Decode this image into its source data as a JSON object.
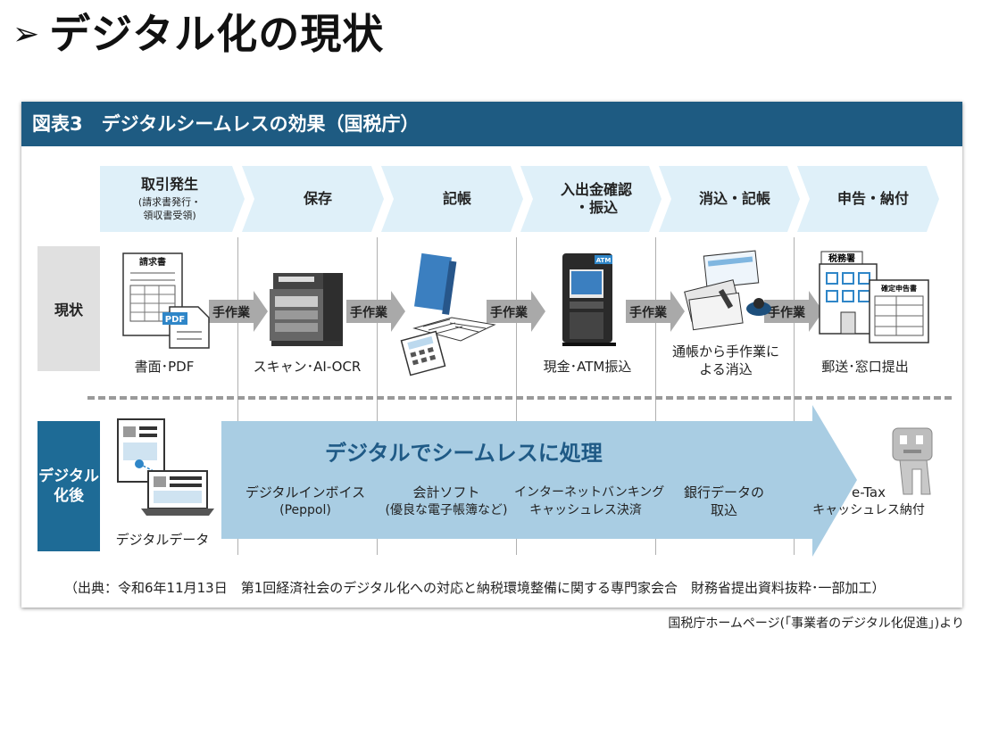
{
  "slide": {
    "title": "デジタル化の現状",
    "title_marker": "➢"
  },
  "figure": {
    "header": "図表3　デジタルシームレスの効果（国税庁）",
    "steps": [
      {
        "label": "取引発生",
        "sub1": "(請求書発行・",
        "sub2": "領収書受領)"
      },
      {
        "label": "保存"
      },
      {
        "label": "記帳"
      },
      {
        "label": "入出金確認",
        "label2": "・振込"
      },
      {
        "label": "消込・記帳"
      },
      {
        "label": "申告・納付"
      }
    ],
    "rows": {
      "current": "現状",
      "digital_line1": "デジタル",
      "digital_line2": "化後"
    },
    "current_items": [
      {
        "icon_text": "請求書",
        "badge": "PDF",
        "caption": "書面･PDF"
      },
      {
        "caption": "スキャン･AI-OCR"
      },
      {
        "caption": ""
      },
      {
        "icon_text": "ATM",
        "caption": "現金･ATM振込"
      },
      {
        "caption1": "通帳から手作業に",
        "caption2": "よる消込"
      },
      {
        "icon_text": "税務署",
        "doc_text": "確定申告書",
        "caption": "郵送･窓口提出"
      }
    ],
    "manual_label": "手作業",
    "digital_banner": "デジタルでシームレスに処理",
    "digital_start_caption": "デジタルデータ",
    "digital_items": [
      {
        "line1": "デジタルインボイス",
        "line2": "(Peppol)"
      },
      {
        "line1": "会計ソフト",
        "line2": "(優良な電子帳簿など)"
      },
      {
        "line1": "インターネットバンキング",
        "line2": "キャッシュレス決済"
      },
      {
        "line1": "銀行データの",
        "line2": "取込"
      },
      {
        "line1": "e-Tax",
        "line2": "キャッシュレス納付"
      }
    ],
    "source": "（出典：令和6年11月13日　第1回経済社会のデジタル化への対応と納税環境整備に関する専門家会合　財務省提出資料抜粋･一部加工）"
  },
  "credit": "国税庁ホームページ(「事業者のデジタル化促進」)より",
  "colors": {
    "header": "#1e5b82",
    "chevron": "#dff0f9",
    "digital_row_label": "#1e6b96",
    "big_arrow": "#a9cde3",
    "gray_arrow": "#a9a9a9",
    "banner_text": "#1f5a86"
  }
}
